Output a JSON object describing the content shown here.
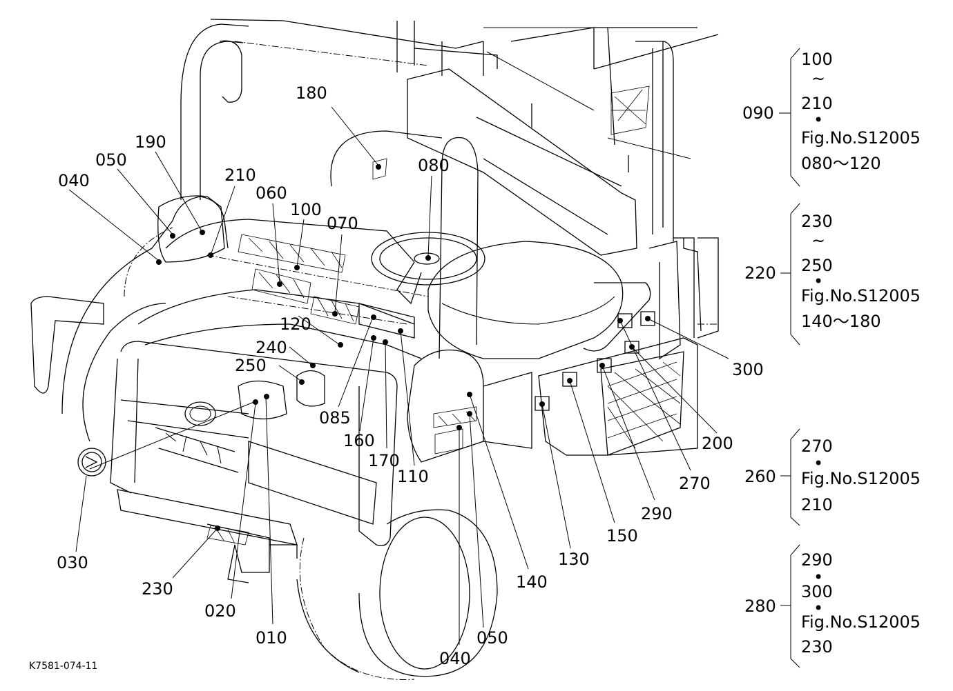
{
  "diagram_code": "K7581-074-11",
  "callouts": [
    {
      "id": "180",
      "text": "180"
    },
    {
      "id": "190",
      "text": "190"
    },
    {
      "id": "050a",
      "text": "050"
    },
    {
      "id": "040a",
      "text": "040"
    },
    {
      "id": "210",
      "text": "210"
    },
    {
      "id": "060",
      "text": "060"
    },
    {
      "id": "100",
      "text": "100"
    },
    {
      "id": "070",
      "text": "070"
    },
    {
      "id": "080",
      "text": "080"
    },
    {
      "id": "120",
      "text": "120"
    },
    {
      "id": "240",
      "text": "240"
    },
    {
      "id": "250",
      "text": "250"
    },
    {
      "id": "085",
      "text": "085"
    },
    {
      "id": "160",
      "text": "160"
    },
    {
      "id": "170",
      "text": "170"
    },
    {
      "id": "110",
      "text": "110"
    },
    {
      "id": "030",
      "text": "030"
    },
    {
      "id": "230",
      "text": "230"
    },
    {
      "id": "020",
      "text": "020"
    },
    {
      "id": "010",
      "text": "010"
    },
    {
      "id": "040b",
      "text": "040"
    },
    {
      "id": "050b",
      "text": "050"
    },
    {
      "id": "140",
      "text": "140"
    },
    {
      "id": "130",
      "text": "130"
    },
    {
      "id": "150",
      "text": "150"
    },
    {
      "id": "290",
      "text": "290"
    },
    {
      "id": "270",
      "text": "270"
    },
    {
      "id": "200",
      "text": "200"
    },
    {
      "id": "300",
      "text": "300"
    }
  ],
  "groups": [
    {
      "id": "g090",
      "label": "090",
      "lines": [
        "100",
        "~",
        "210",
        "•",
        "Fig.No.S12005",
        "080～120"
      ]
    },
    {
      "id": "g220",
      "label": "220",
      "lines": [
        "230",
        "~",
        "250",
        "•",
        "Fig.No.S12005",
        "140～180"
      ]
    },
    {
      "id": "g260",
      "label": "260",
      "lines": [
        "270",
        "•",
        "Fig.No.S12005",
        "210"
      ]
    },
    {
      "id": "g280",
      "label": "280",
      "lines": [
        "290",
        "•",
        "300",
        "•",
        "Fig.No.S12005",
        "230"
      ]
    }
  ]
}
